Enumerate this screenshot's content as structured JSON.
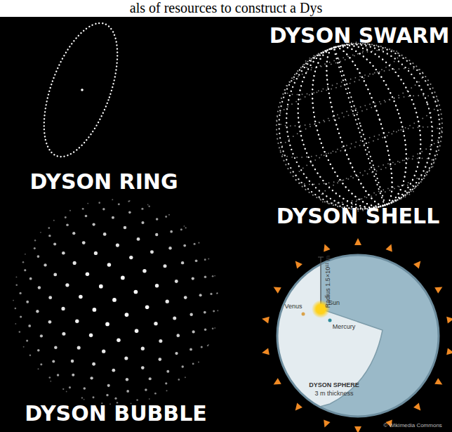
{
  "diagram": {
    "labels": [
      "als of resources to construct a Dys",
      "DYSON RING",
      "DYSON SWARM",
      "DYSON BUBBLE",
      "DYSON SHELL",
      "Radius 1.5×10¹¹ m",
      "Sun",
      "Venus",
      "Mercury",
      "DYSON SPHERE",
      "3 m thickness",
      "© Wikimedia Commons"
    ]
  }
}
